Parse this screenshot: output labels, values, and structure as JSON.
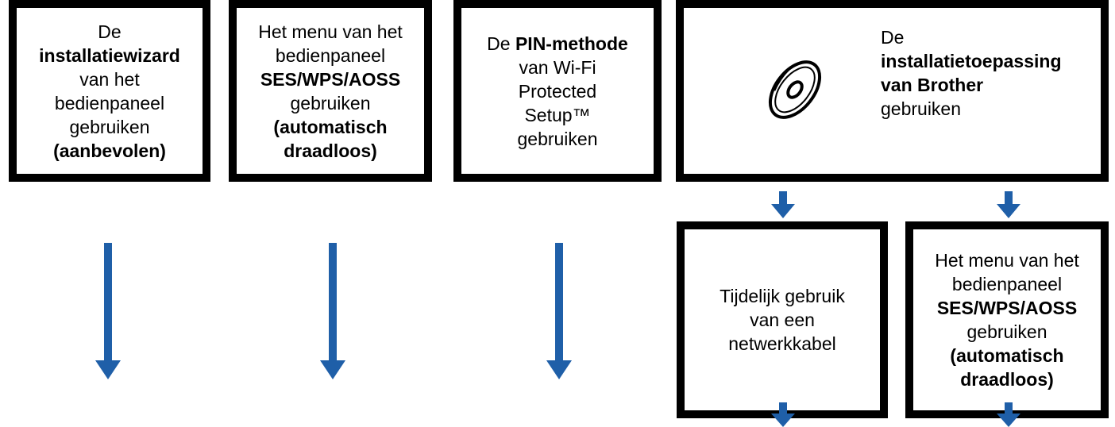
{
  "accent_color": "#1f5fa8",
  "box1": {
    "lines": [
      "De",
      "installatiewizard",
      "van het",
      "bedienpaneel",
      "gebruiken",
      "(aanbevolen)"
    ]
  },
  "box2": {
    "lines": [
      "Het menu van het",
      "bedienpaneel",
      "SES/WPS/AOSS",
      "gebruiken",
      "(automatisch",
      "draadloos)"
    ]
  },
  "box3": {
    "line1_prefix": "De ",
    "line1_bold": "PIN-methode",
    "lines": [
      "van Wi-Fi",
      "Protected",
      "Setup™",
      "gebruiken"
    ]
  },
  "box4": {
    "icon": "cd-disc-icon",
    "lines": [
      "De",
      "installatietoepassing",
      "van Brother",
      "gebruiken"
    ]
  },
  "box5": {
    "lines": [
      "Tijdelijk gebruik",
      "van een",
      "netwerkkabel"
    ]
  },
  "box6": {
    "lines": [
      "Het menu van het",
      "bedienpaneel",
      "SES/WPS/AOSS",
      "gebruiken",
      "(automatisch",
      "draadloos)"
    ]
  }
}
